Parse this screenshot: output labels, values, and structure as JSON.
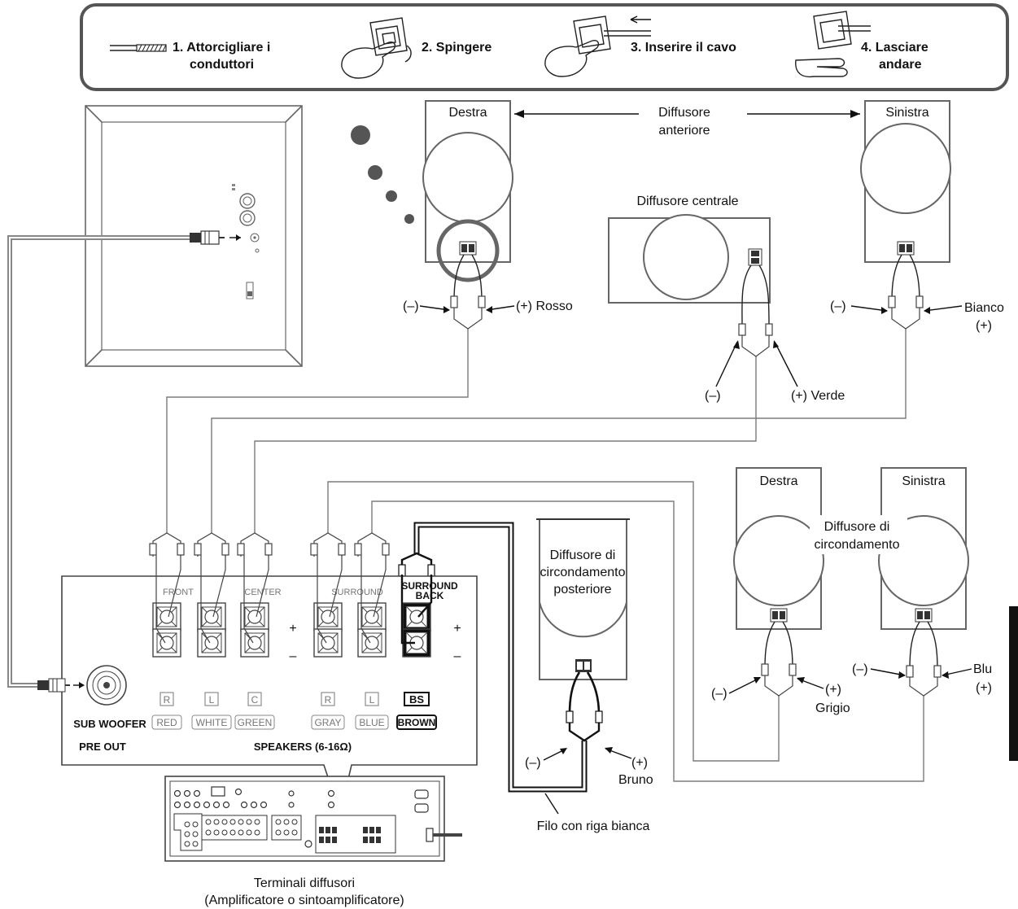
{
  "steps": [
    {
      "num": "1.",
      "line1": "Attorcigliare i",
      "line2": "conduttori"
    },
    {
      "num": "2.",
      "line1": "Spingere",
      "line2": ""
    },
    {
      "num": "3.",
      "line1": "Inserire il cavo",
      "line2": ""
    },
    {
      "num": "4.",
      "line1": "Lasciare",
      "line2": "andare"
    }
  ],
  "front": {
    "right_label": "Destra",
    "left_label": "Sinistra",
    "group_line1": "Diffusore",
    "group_line2": "anteriore",
    "right_minus": "(–)",
    "right_plus": "(+) Rosso",
    "left_minus": "(–)",
    "left_plus_line1": "Bianco",
    "left_plus_line2": "(+)"
  },
  "center": {
    "label": "Diffusore centrale",
    "minus": "(–)",
    "plus": "(+) Verde"
  },
  "surround": {
    "right_label": "Destra",
    "left_label": "Sinistra",
    "group_line1": "Diffusore di",
    "group_line2": "circondamento",
    "right_minus": "(–)",
    "right_plus_line1": "(+)",
    "right_plus_line2": "Grigio",
    "left_minus": "(–)",
    "left_plus_line1": "Blu",
    "left_plus_line2": "(+)"
  },
  "surround_back": {
    "line1": "Diffusore di",
    "line2": "circondamento",
    "line3": "posteriore",
    "minus": "(–)",
    "plus_line1": "(+)",
    "plus_line2": "Bruno",
    "stripe_label": "Filo con riga bianca"
  },
  "panel": {
    "front_group": "FRONT",
    "center_group": "CENTER",
    "surround_group": "SURROUND",
    "sb_group_line1": "SURROUND",
    "sb_group_line2": "BACK",
    "plus": "+",
    "minus": "–",
    "channels": [
      "R",
      "L",
      "C",
      "R",
      "L",
      "BS"
    ],
    "colors": [
      "RED",
      "WHITE",
      "GREEN",
      "GRAY",
      "BLUE",
      "BROWN"
    ],
    "subwoofer": "SUB WOOFER",
    "pre_out": "PRE OUT",
    "speakers": "SPEAKERS (6-16Ω)"
  },
  "receiver": {
    "line1": "Terminali diffusori",
    "line2": "(Amplificatore o sintoamplificatore)"
  }
}
